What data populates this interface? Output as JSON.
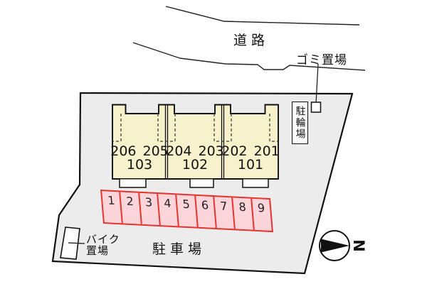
{
  "labels": {
    "road": "道路",
    "garbage_area": "ゴミ置場",
    "bicycle_parking": "駐輪場",
    "bike_storage_line1": "バイク",
    "bike_storage_line2": "置場",
    "car_parking_lot": "駐車場",
    "compass_north": "N"
  },
  "building": {
    "units": [
      {
        "floor2_left": "206",
        "floor2_right": "205",
        "floor1": "103"
      },
      {
        "floor2_left": "204",
        "floor2_right": "203",
        "floor1": "102"
      },
      {
        "floor2_left": "202",
        "floor2_right": "201",
        "floor1": "101"
      }
    ]
  },
  "parking": {
    "spaces": [
      "1",
      "2",
      "3",
      "4",
      "5",
      "6",
      "7",
      "8",
      "9"
    ]
  },
  "colors": {
    "site_fill": "#ececec",
    "building_fill": "#f8f2cc",
    "parking_fill": "#fbd5da",
    "parking_border": "#e5332e",
    "line": "#111111",
    "background": "#ffffff"
  }
}
